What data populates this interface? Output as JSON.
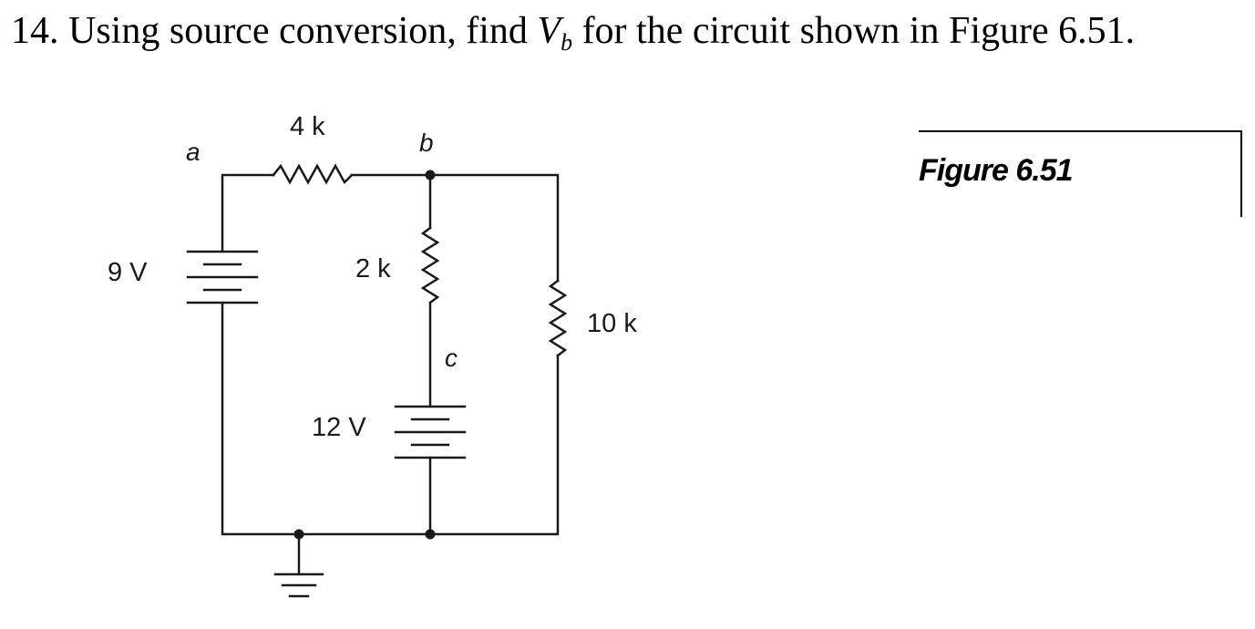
{
  "problem": {
    "number": "14.",
    "text_before": "Using source conversion, find",
    "variable": "V",
    "variable_subscript": "b",
    "text_after": "for the circuit shown in Figure 6.51."
  },
  "figure": {
    "caption": "Figure 6.51"
  },
  "circuit": {
    "nodes": [
      "a",
      "b",
      "c"
    ],
    "components": {
      "r1_value": "4 k",
      "r2_value": "2 k",
      "r3_value": "10 k",
      "source1_value": "9 V",
      "source2_value": "12 V"
    }
  }
}
